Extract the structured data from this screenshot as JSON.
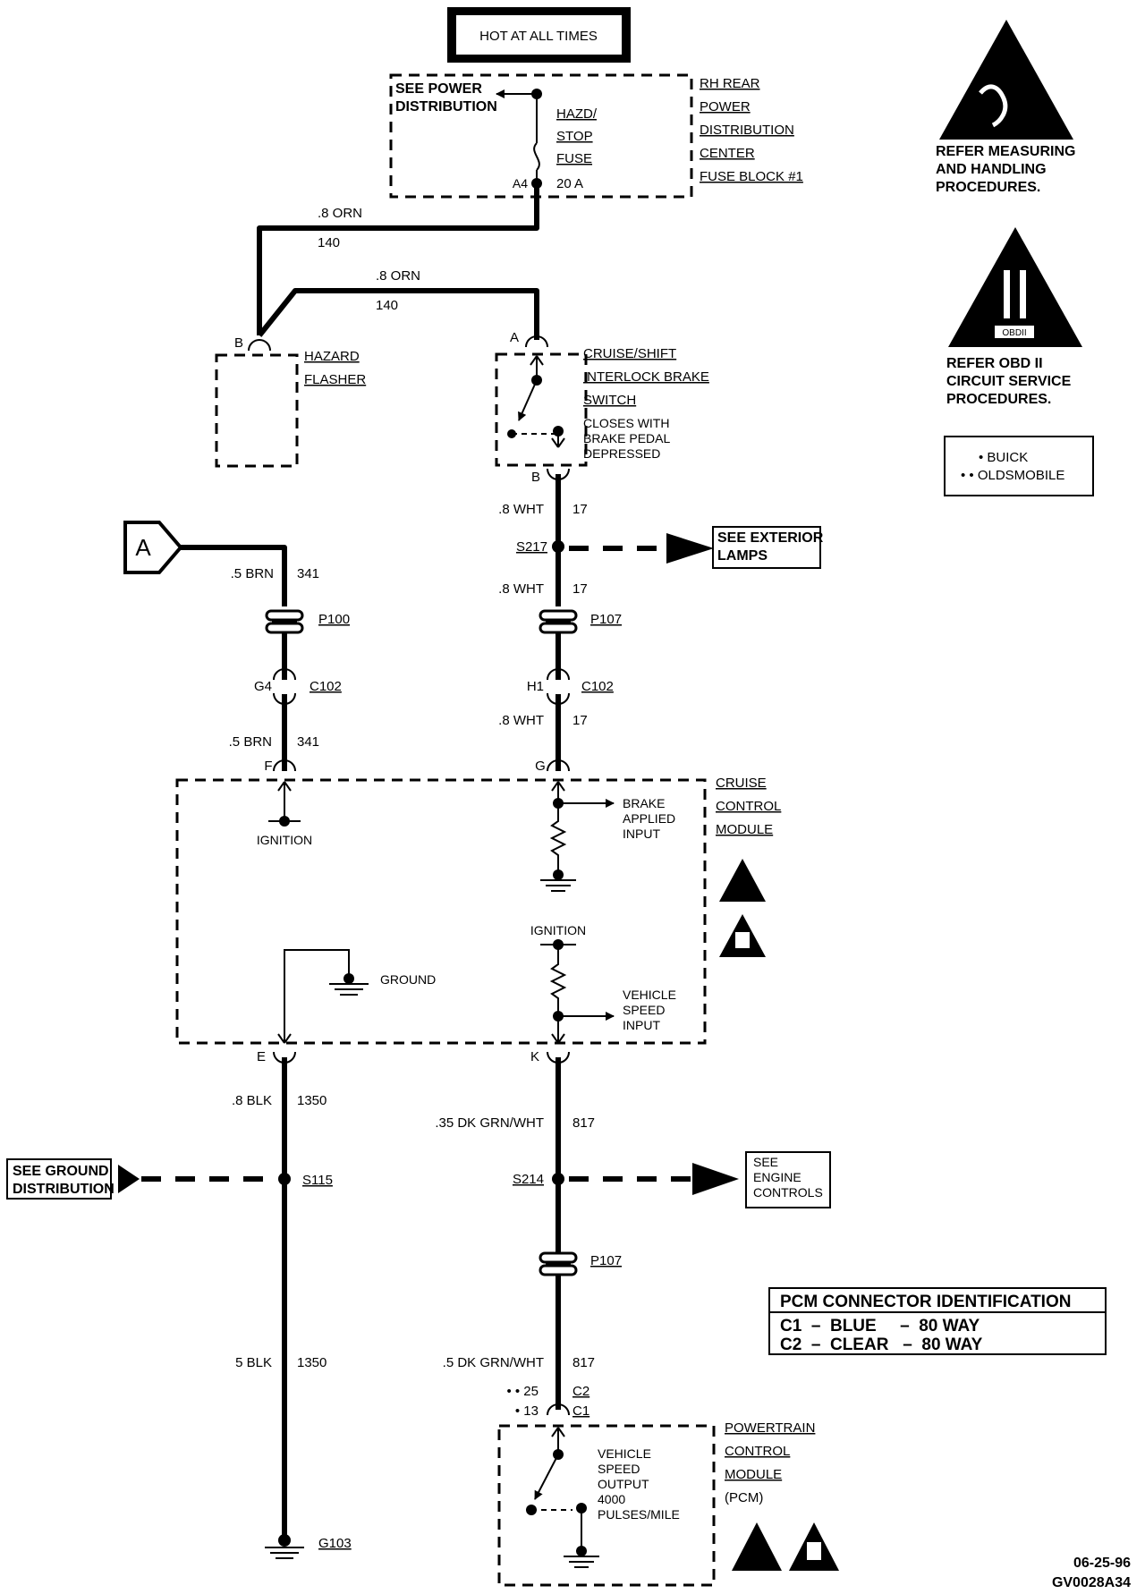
{
  "power": {
    "hot_at_all_times": "HOT AT ALL TIMES",
    "see_power_1": "SEE POWER",
    "see_power_2": "DISTRIBUTION",
    "fuse_1": "HAZD/",
    "fuse_2": "STOP",
    "fuse_3": "FUSE",
    "fuse_4": "20 A",
    "pin_a4": "A4",
    "center_1": "RH REAR",
    "center_2": "POWER",
    "center_3": "DISTRIBUTION",
    "center_4": "CENTER",
    "center_5": "FUSE BLOCK #1"
  },
  "wires": {
    "orn_size_1": ".8 ORN",
    "orn_circuit_1": "140",
    "orn_size_2": ".8 ORN",
    "orn_circuit_2": "140",
    "wht_size_1": ".8 WHT",
    "wht_circuit_1": "17",
    "wht_size_2": ".8 WHT",
    "wht_circuit_2": "17",
    "wht_size_3": ".8 WHT",
    "wht_circuit_3": "17",
    "brn_size_1": ".5 BRN",
    "brn_circuit_1": "341",
    "brn_size_2": ".5 BRN",
    "brn_circuit_2": "341",
    "blk_size_1": ".8 BLK",
    "blk_circuit_1": "1350",
    "blk_size_2": "5 BLK",
    "blk_circuit_2": "1350",
    "grn_size_1": ".35 DK GRN/WHT",
    "grn_circuit_1": "817",
    "grn_size_2": ".5 DK GRN/WHT",
    "grn_circuit_2": "817"
  },
  "hazard": {
    "pin_b": "B",
    "label_1": "HAZARD",
    "label_2": "FLASHER"
  },
  "brake_switch": {
    "pin_a": "A",
    "pin_b": "B",
    "label_1": "CRUISE/SHIFT",
    "label_2": "INTERLOCK BRAKE",
    "label_3": "SWITCH",
    "note_1": "CLOSES WITH",
    "note_2": "BRAKE PEDAL",
    "note_3": "DEPRESSED"
  },
  "splices": {
    "s217": "S217",
    "see_exterior_1": "SEE EXTERIOR",
    "see_exterior_2": "LAMPS",
    "s115": "S115",
    "see_ground_1": "SEE GROUND",
    "see_ground_2": "DISTRIBUTION",
    "s214": "S214",
    "see_engine_1": "SEE",
    "see_engine_2": "ENGINE",
    "see_engine_3": "CONTROLS"
  },
  "connectors": {
    "off_page_a": "A",
    "p100": "P100",
    "p107_top": "P107",
    "c102_left": "C102",
    "c102_right": "C102",
    "pin_g4": "G4",
    "pin_h1": "H1",
    "p107_bottom": "P107",
    "g103": "G103"
  },
  "cruise_module": {
    "pin_f": "F",
    "pin_g": "G",
    "pin_e": "E",
    "pin_k": "K",
    "label_1": "CRUISE",
    "label_2": "CONTROL",
    "label_3": "MODULE",
    "ignition_1": "IGNITION",
    "ignition_2": "IGNITION",
    "ground": "GROUND",
    "brake_in_1": "BRAKE",
    "brake_in_2": "APPLIED",
    "brake_in_3": "INPUT",
    "vss_in_1": "VEHICLE",
    "vss_in_2": "SPEED",
    "vss_in_3": "INPUT"
  },
  "pcm": {
    "pin_25": "• • 25",
    "pin_13": "• 13",
    "conn_c2": "C2",
    "conn_c1": "C1",
    "label_1": "POWERTRAIN",
    "label_2": "CONTROL",
    "label_3": "MODULE",
    "label_4": "(PCM)",
    "vso_1": "VEHICLE",
    "vso_2": "SPEED",
    "vso_3": "OUTPUT",
    "vso_4": "4000",
    "vso_5": "PULSES/MILE",
    "id_title": "PCM CONNECTOR IDENTIFICATION",
    "id_row_1": "C1  –  BLUE     –  80 WAY",
    "id_row_2": "C2  –  CLEAR   –  80 WAY"
  },
  "legend": {
    "esd_1": "REFER MEASURING",
    "esd_2": "AND HANDLING",
    "esd_3": "PROCEDURES.",
    "obd_1": "REFER  OBD II",
    "obd_2": "CIRCUIT SERVICE",
    "obd_3": "PROCEDURES.",
    "obd_tag": "OBDII",
    "buick": "•  BUICK",
    "olds": "• •  OLDSMOBILE"
  },
  "footer": {
    "date": "06-25-96",
    "code": "GV0028A34"
  }
}
